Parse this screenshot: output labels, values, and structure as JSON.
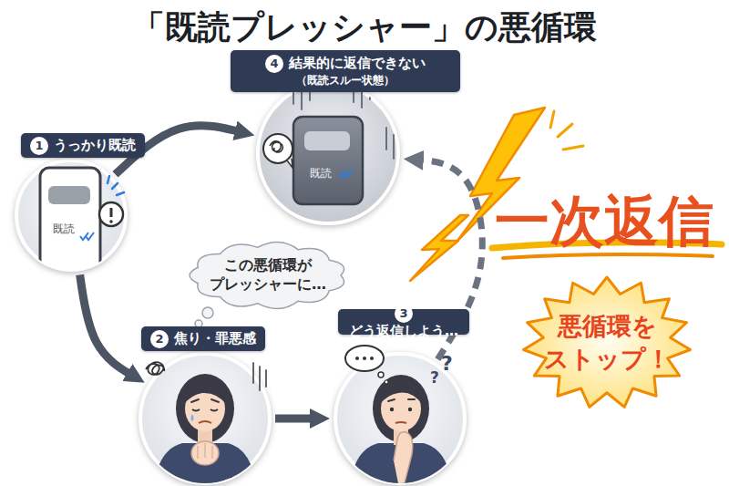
{
  "diagram": {
    "title": "「既読プレッシャー」の悪循環",
    "nodes": [
      {
        "text": [
          "1",
          "うっかり既読",
          "既読"
        ]
      },
      {
        "text": [
          "2",
          "焦り・罪悪感"
        ]
      },
      {
        "text": [
          "3",
          "どう返信しよう…"
        ]
      },
      {
        "text": [
          "4",
          "結果的に返信できない",
          "（既読スルー状態）",
          "既読"
        ]
      },
      {
        "text": [
          "この悪循環が プレッシャーに…"
        ]
      },
      {
        "text": [
          "悪循環を ストップ！"
        ]
      }
    ],
    "edges": [
      {
        "from": 0,
        "to": 1,
        "arrow": "to"
      },
      {
        "from": 1,
        "to": 2,
        "arrow": "to"
      },
      {
        "from": 2,
        "to": 3,
        "arrow": "to"
      },
      {
        "from": 0,
        "to": 3,
        "arrow": "to"
      }
    ],
    "labels": [
      "一次返信",
      "?",
      "?"
    ]
  }
}
